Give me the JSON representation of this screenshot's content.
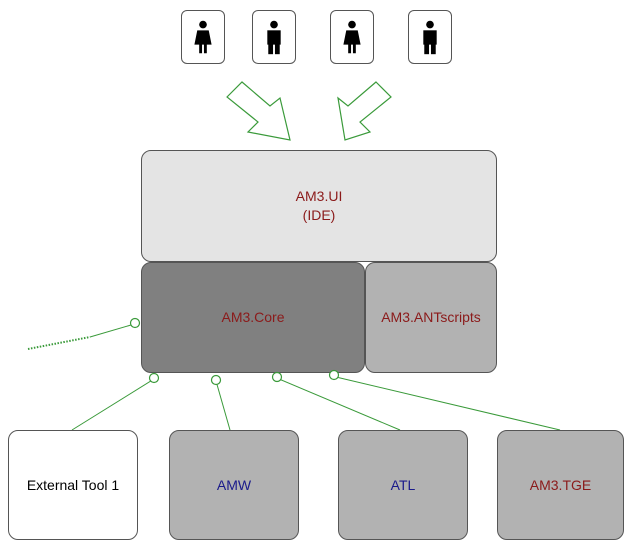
{
  "users": [
    {
      "icon": "female-user-icon"
    },
    {
      "icon": "male-user-icon"
    },
    {
      "icon": "female-user-icon"
    },
    {
      "icon": "male-user-icon"
    }
  ],
  "ui_block": {
    "line1": "AM3.UI",
    "line2": "(IDE)"
  },
  "core_block": {
    "label": "AM3.Core"
  },
  "ant_block": {
    "label": "AM3.ANTscripts"
  },
  "tools": [
    {
      "label": "External Tool 1"
    },
    {
      "label": "AMW"
    },
    {
      "label": "ATL"
    },
    {
      "label": "AM3.TGE"
    }
  ],
  "colors": {
    "label_red": "#8b1a1a",
    "label_blue": "#1a1a8b",
    "connector_green": "#3a9a3a",
    "ui_fill": "#e4e4e4",
    "core_fill": "#808080",
    "module_fill": "#b2b2b2"
  }
}
